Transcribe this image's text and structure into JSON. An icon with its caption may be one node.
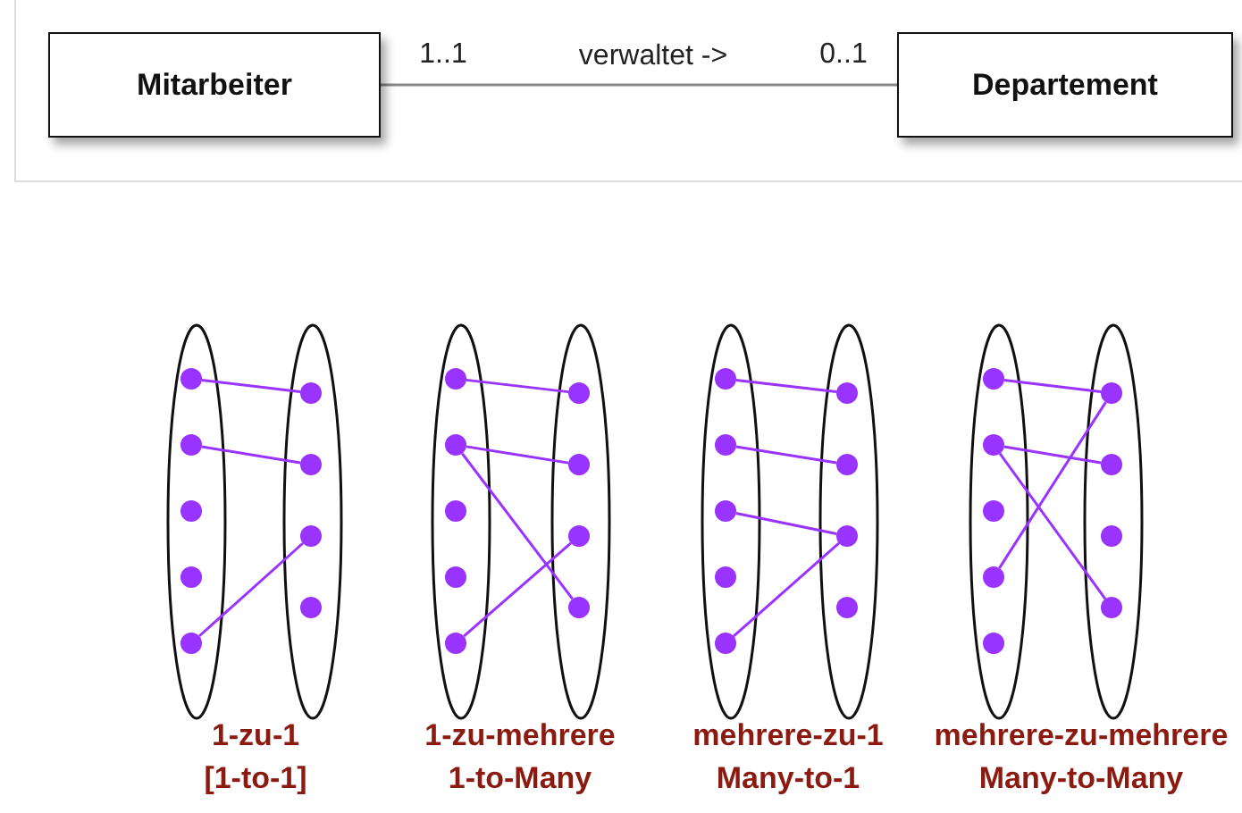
{
  "diagram": {
    "nodes": [
      {
        "text": [
          "Mitarbeiter"
        ]
      },
      {
        "text": [
          "Departement"
        ]
      },
      {
        "text": [],
        "shape": "ellipse"
      },
      {
        "text": [],
        "shape": "circle",
        "in": 2
      },
      {
        "text": [],
        "shape": "circle",
        "in": 2
      },
      {
        "text": [],
        "shape": "circle",
        "in": 2
      },
      {
        "text": [],
        "shape": "circle",
        "in": 2
      },
      {
        "text": [],
        "shape": "circle",
        "in": 2
      },
      {
        "text": [],
        "shape": "ellipse"
      },
      {
        "text": [],
        "shape": "circle",
        "in": 8
      },
      {
        "text": [],
        "shape": "circle",
        "in": 8
      },
      {
        "text": [],
        "shape": "circle",
        "in": 8
      },
      {
        "text": [],
        "shape": "circle",
        "in": 8
      },
      {
        "text": [],
        "shape": "ellipse"
      },
      {
        "text": [],
        "shape": "circle",
        "in": 13
      },
      {
        "text": [],
        "shape": "circle",
        "in": 13
      },
      {
        "text": [],
        "shape": "circle",
        "in": 13
      },
      {
        "text": [],
        "shape": "circle",
        "in": 13
      },
      {
        "text": [],
        "shape": "circle",
        "in": 13
      },
      {
        "text": [],
        "shape": "ellipse"
      },
      {
        "text": [],
        "shape": "circle",
        "in": 19
      },
      {
        "text": [],
        "shape": "circle",
        "in": 19
      },
      {
        "text": [],
        "shape": "circle",
        "in": 19
      },
      {
        "text": [],
        "shape": "circle",
        "in": 19
      },
      {
        "text": [],
        "shape": "ellipse"
      },
      {
        "text": [],
        "shape": "circle",
        "in": 24
      },
      {
        "text": [],
        "shape": "circle",
        "in": 24
      },
      {
        "text": [],
        "shape": "circle",
        "in": 24
      },
      {
        "text": [],
        "shape": "circle",
        "in": 24
      },
      {
        "text": [],
        "shape": "circle",
        "in": 24
      },
      {
        "text": [],
        "shape": "ellipse"
      },
      {
        "text": [],
        "shape": "circle",
        "in": 30
      },
      {
        "text": [],
        "shape": "circle",
        "in": 30
      },
      {
        "text": [],
        "shape": "circle",
        "in": 30
      },
      {
        "text": [],
        "shape": "circle",
        "in": 30
      },
      {
        "text": [],
        "shape": "ellipse"
      },
      {
        "text": [],
        "shape": "circle",
        "in": 35
      },
      {
        "text": [],
        "shape": "circle",
        "in": 35
      },
      {
        "text": [],
        "shape": "circle",
        "in": 35
      },
      {
        "text": [],
        "shape": "circle",
        "in": 35
      },
      {
        "text": [],
        "shape": "circle",
        "in": 35
      },
      {
        "text": [],
        "shape": "ellipse"
      },
      {
        "text": [],
        "shape": "circle",
        "in": 41
      },
      {
        "text": [],
        "shape": "circle",
        "in": 41
      },
      {
        "text": [],
        "shape": "circle",
        "in": 41
      },
      {
        "text": [],
        "shape": "circle",
        "in": 41
      }
    ],
    "edges": [
      {
        "from": 0,
        "to": 1,
        "arrow": "none",
        "label": "verwaltet ->",
        "color": "#888888"
      },
      {
        "from": 3,
        "to": 9,
        "arrow": "none"
      },
      {
        "from": 4,
        "to": 10,
        "arrow": "none"
      },
      {
        "from": 7,
        "to": 11,
        "arrow": "none"
      },
      {
        "from": 14,
        "to": 20,
        "arrow": "none"
      },
      {
        "from": 15,
        "to": 21,
        "arrow": "none"
      },
      {
        "from": 15,
        "to": 23,
        "arrow": "none"
      },
      {
        "from": 18,
        "to": 22,
        "arrow": "none"
      },
      {
        "from": 25,
        "to": 31,
        "arrow": "none"
      },
      {
        "from": 26,
        "to": 32,
        "arrow": "none"
      },
      {
        "from": 27,
        "to": 33,
        "arrow": "none"
      },
      {
        "from": 29,
        "to": 33,
        "arrow": "none"
      },
      {
        "from": 36,
        "to": 42,
        "arrow": "none"
      },
      {
        "from": 39,
        "to": 42,
        "arrow": "none"
      },
      {
        "from": 37,
        "to": 43,
        "arrow": "none"
      },
      {
        "from": 37,
        "to": 45,
        "arrow": "none"
      }
    ],
    "labels": [
      "1..1",
      "0..1",
      "1-zu-1",
      "1-zu-mehrere",
      "mehrere-zu-1",
      "mehrere-zu-mehrere",
      "[1-to-1]",
      "1-to-Many",
      "Many-to-1",
      "Many-to-Many"
    ]
  }
}
